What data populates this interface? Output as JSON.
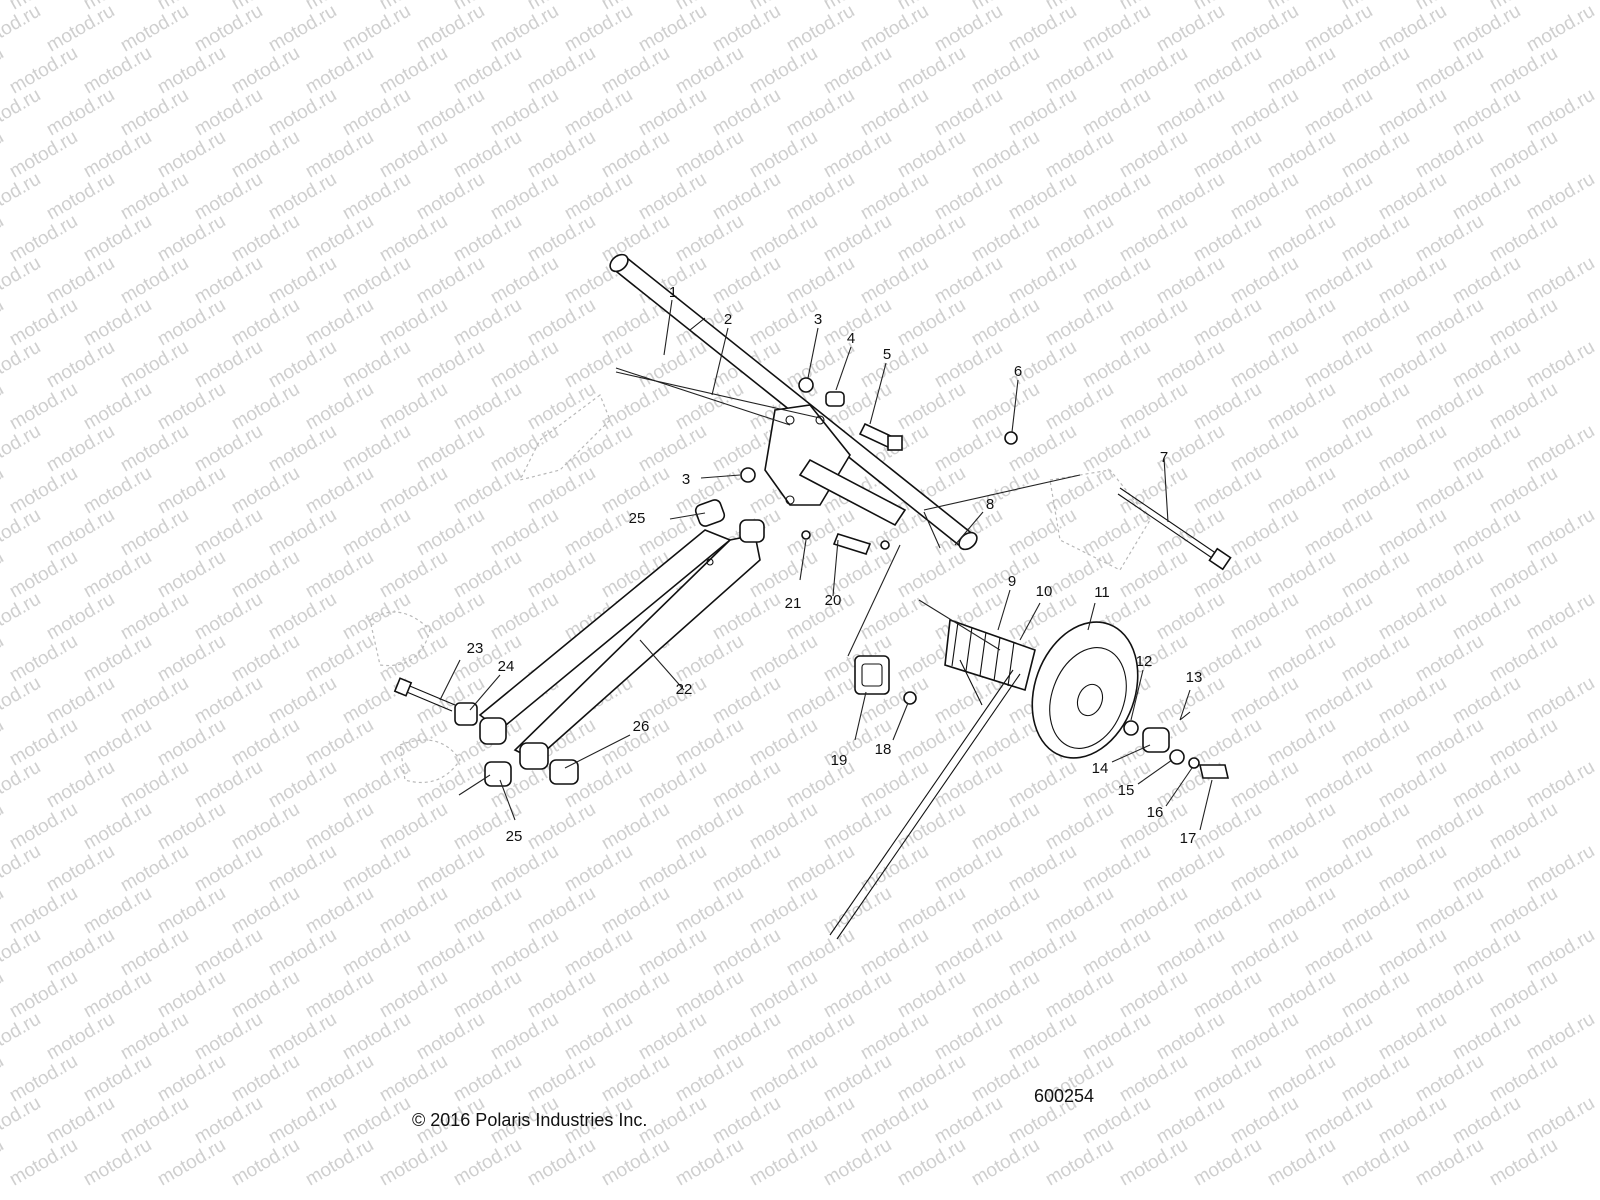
{
  "watermark": {
    "text": "motod.ru",
    "color": "#cfcfcf"
  },
  "callouts": [
    "1",
    "2",
    "3",
    "3",
    "4",
    "5",
    "6",
    "7",
    "8",
    "9",
    "10",
    "11",
    "12",
    "13",
    "14",
    "15",
    "16",
    "17",
    "18",
    "19",
    "20",
    "21",
    "22",
    "23",
    "24",
    "25",
    "25",
    "26"
  ],
  "footer": {
    "copyright": "© 2016 Polaris Industries Inc.",
    "reference_number": "600254"
  }
}
